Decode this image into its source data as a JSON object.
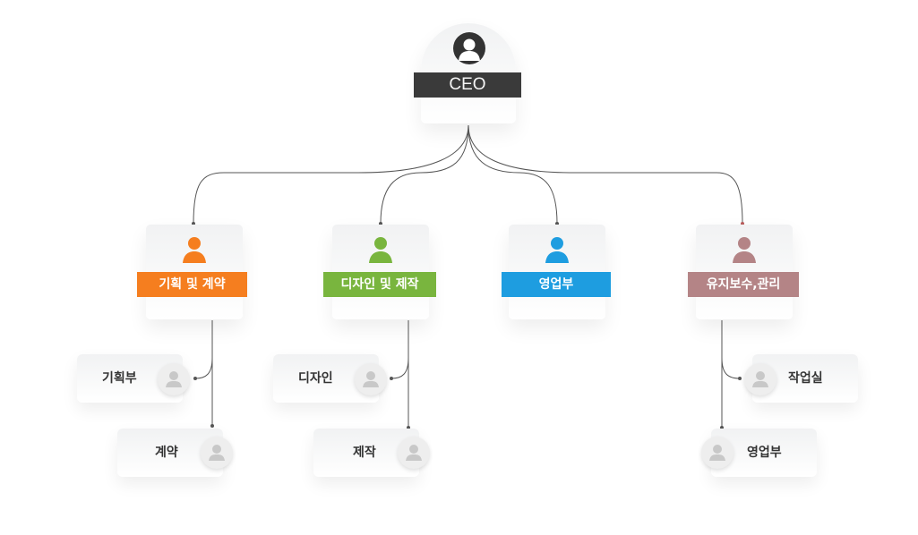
{
  "ceo": {
    "label": "CEO",
    "icon": "person-icon"
  },
  "departments": [
    {
      "label": "기획 및 계약",
      "color": "#f57e1f",
      "icon": "person-icon"
    },
    {
      "label": "디자인 및 제작",
      "color": "#79b53e",
      "icon": "person-icon"
    },
    {
      "label": "영업부",
      "color": "#1e9de0",
      "icon": "person-icon"
    },
    {
      "label": "유지보수,관리",
      "color": "#b48486",
      "icon": "person-icon"
    }
  ],
  "subs": [
    {
      "label": "기획부",
      "icon": "person-icon"
    },
    {
      "label": "계약",
      "icon": "person-icon"
    },
    {
      "label": "디자인",
      "icon": "person-icon"
    },
    {
      "label": "제작",
      "icon": "person-icon"
    },
    {
      "label": "작업실",
      "icon": "person-icon"
    },
    {
      "label": "영업부",
      "icon": "person-icon"
    }
  ],
  "colors": {
    "line": "#555555",
    "ceo_bar": "#3a3a3a",
    "sub_icon": "#c8c8c8"
  }
}
